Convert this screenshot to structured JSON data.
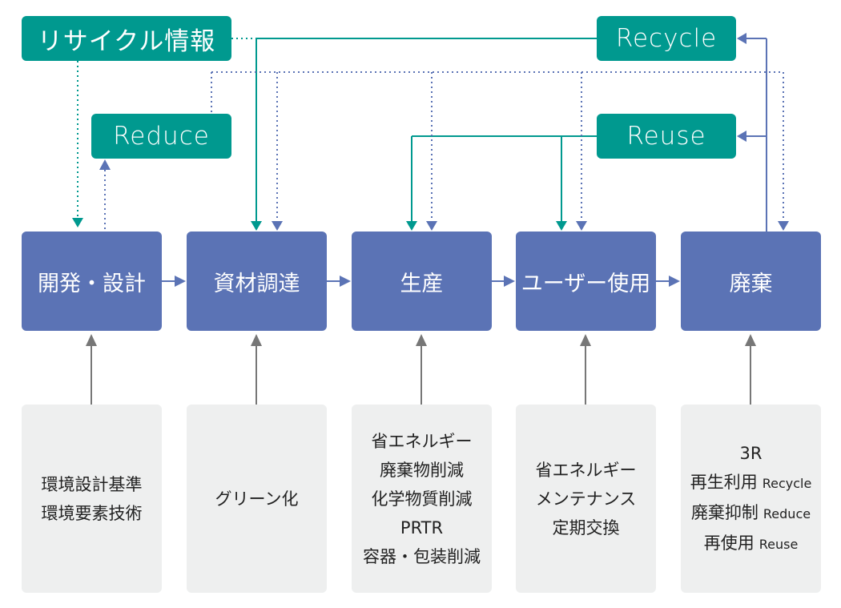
{
  "colors": {
    "teal": "#00998f",
    "blue": "#5b73b5",
    "gray_arrow": "#777777",
    "note_bg": "#eeefef"
  },
  "top_boxes": {
    "recycle_info": "リサイクル情報",
    "reduce": "Reduce",
    "recycle": "Recycle",
    "reuse": "Reuse"
  },
  "stages": [
    {
      "label": "開発・設計"
    },
    {
      "label": "資材調達"
    },
    {
      "label": "生産"
    },
    {
      "label": "ユーザー使用"
    },
    {
      "label": "廃棄"
    }
  ],
  "notes": [
    {
      "lines": [
        "環境設計基準",
        "環境要素技術"
      ]
    },
    {
      "lines": [
        "グリーン化"
      ]
    },
    {
      "lines": [
        "省エネルギー",
        "廃棄物削減",
        "化学物質削減",
        "PRTR",
        "容器・包装削減"
      ]
    },
    {
      "lines": [
        "省エネルギー",
        "メンテナンス",
        "定期交換"
      ]
    },
    {
      "title": "3R",
      "items": [
        {
          "jp": "再生利用",
          "en": "Recycle"
        },
        {
          "jp": "廃棄抑制",
          "en": "Reduce"
        },
        {
          "jp": "再使用",
          "en": "Reuse"
        }
      ]
    }
  ]
}
